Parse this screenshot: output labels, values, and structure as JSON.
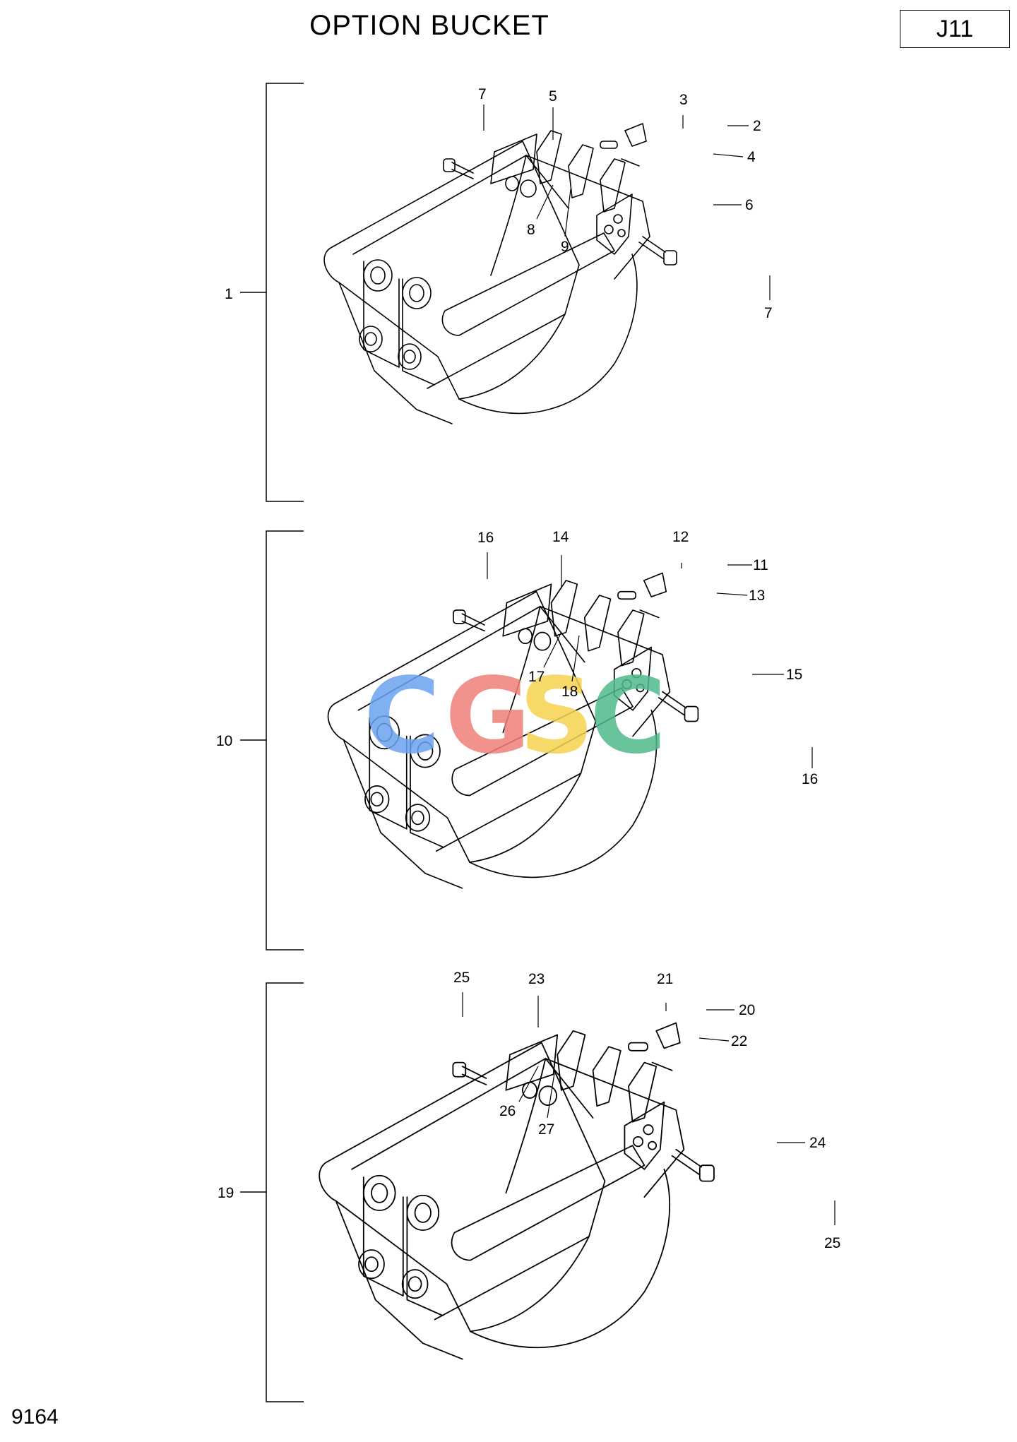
{
  "header": {
    "title": "OPTION BUCKET",
    "page_code": "J11"
  },
  "footer": {
    "page_number": "9164"
  },
  "watermark": {
    "letters": [
      "C",
      "G",
      "S",
      "C"
    ],
    "colors": [
      "#6aa3f0",
      "#f0807a",
      "#f5d34e",
      "#4fb98a"
    ]
  },
  "assemblies": [
    {
      "assembly_label": "1",
      "labels": [
        "7",
        "5",
        "3",
        "2",
        "4",
        "6",
        "8",
        "9",
        "7"
      ]
    },
    {
      "assembly_label": "10",
      "labels": [
        "16",
        "14",
        "12",
        "11",
        "13",
        "15",
        "17",
        "18",
        "16"
      ]
    },
    {
      "assembly_label": "19",
      "labels": [
        "25",
        "23",
        "21",
        "20",
        "22",
        "24",
        "26",
        "27",
        "25"
      ]
    }
  ]
}
